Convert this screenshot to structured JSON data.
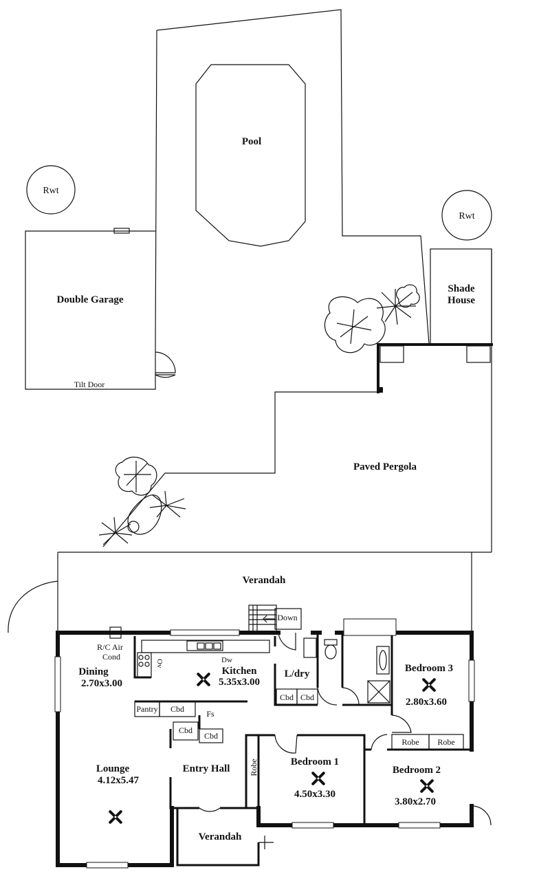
{
  "labels": {
    "pool": "Pool",
    "rwt_left": "Rwt",
    "rwt_right": "Rwt",
    "double_garage": "Double Garage",
    "tilt_door": "Tilt Door",
    "shade_house_1": "Shade",
    "shade_house_2": "House",
    "paved_pergola": "Paved Pergola",
    "verandah_top": "Verandah",
    "down": "Down",
    "rc_air_1": "R/C Air",
    "rc_air_2": "Cond",
    "ov": "Ov",
    "dw": "Dw",
    "kitchen": "Kitchen",
    "kitchen_size": "5.35x3.00",
    "dining": "Dining",
    "dining_size": "2.70x3.00",
    "ldry": "L/dry",
    "cbd_ldry_1": "Cbd",
    "cbd_ldry_2": "Cbd",
    "pantry": "Pantry",
    "cbd_kitchen": "Cbd",
    "fs": "Fs",
    "cbd_hall": "Cbd",
    "cbd_hall_2": "Cbd",
    "lounge": "Lounge",
    "lounge_size": "4.12x5.47",
    "entry_hall": "Entry Hall",
    "robe_bed1": "Robe",
    "bedroom1": "Bedroom 1",
    "bedroom1_size": "4.50x3.30",
    "bedroom2": "Bedroom 2",
    "bedroom2_size": "3.80x2.70",
    "bedroom3": "Bedroom 3",
    "bedroom3_size": "2.80x3.60",
    "robe_bed3_a": "Robe",
    "robe_bed3_b": "Robe",
    "verandah_bottom": "Verandah"
  },
  "icons": [
    "ceiling-fan-icon",
    "tree-icon",
    "palm-icon",
    "toilet-icon",
    "shower-icon",
    "bath-icon",
    "stove-icon",
    "sink-icon"
  ]
}
